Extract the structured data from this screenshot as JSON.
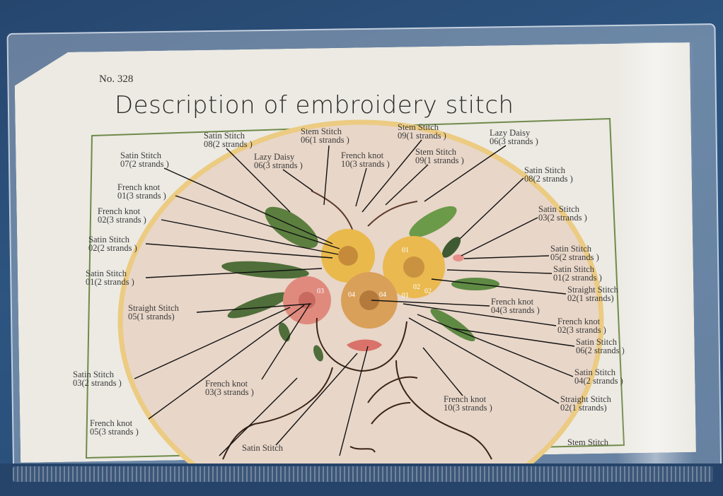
{
  "card": {
    "number": "No. 328",
    "title": "Description of embroidery stitch"
  },
  "labels": [
    {
      "name": "Satin Stitch",
      "code": "08(2 strands )"
    },
    {
      "name": "Stem Stitch",
      "code": "06(1 strands )"
    },
    {
      "name": "Stem Stitch",
      "code": "09(1 strands )"
    },
    {
      "name": "Lazy Daisy",
      "code": "06(3 strands )"
    },
    {
      "name": "Satin Stitch",
      "code": "07(2 strands )"
    },
    {
      "name": "Lazy Daisy",
      "code": "06(3 strands )"
    },
    {
      "name": "French knot",
      "code": "10(3 strands )"
    },
    {
      "name": "Stem Stitch",
      "code": "09(1 strands )"
    },
    {
      "name": "Satin Stitch",
      "code": "08(2 strands )"
    },
    {
      "name": "French knot",
      "code": "01(3 strands )"
    },
    {
      "name": "French knot",
      "code": "02(3 strands )"
    },
    {
      "name": "Satin Stitch",
      "code": "03(2 strands )"
    },
    {
      "name": "Satin Stitch",
      "code": "02(2 strands )"
    },
    {
      "name": "Satin Stitch",
      "code": "05(2 strands )"
    },
    {
      "name": "Satin Stitch",
      "code": "01(2 strands )"
    },
    {
      "name": "Satin Stitch",
      "code": "01(2 strands )"
    },
    {
      "name": "Straight Stitch",
      "code": "02(1 strands)"
    },
    {
      "name": "Straight Stitch",
      "code": "05(1 strands)"
    },
    {
      "name": "French knot",
      "code": "04(3 strands )"
    },
    {
      "name": "French knot",
      "code": "02(3 strands )"
    },
    {
      "name": "Satin Stitch",
      "code": "06(2 strands )"
    },
    {
      "name": "Satin Stitch",
      "code": "03(2 strands )"
    },
    {
      "name": "French knot",
      "code": "03(3 strands )"
    },
    {
      "name": "Satin Stitch",
      "code": "04(2 strands )"
    },
    {
      "name": "French knot",
      "code": "10(3 strands )"
    },
    {
      "name": "Straight Stitch",
      "code": "02(1 strands)"
    },
    {
      "name": "French knot",
      "code": "05(3 strands )"
    },
    {
      "name": "Satin Stitch",
      "code": ""
    },
    {
      "name": "Stem Stitch",
      "code": ""
    }
  ],
  "numbers": [
    "01",
    "02",
    "03",
    "04",
    "04",
    "01",
    "02"
  ],
  "colors": {
    "background": "#2d5580",
    "paper": "#eceae3",
    "hoop": "#eccb82",
    "fabric": "#e8d6c8",
    "border": "#6f8a4a",
    "yellow": "#e9b94c",
    "pink": "#e08a7e",
    "leaf": "#4f6e3a"
  }
}
